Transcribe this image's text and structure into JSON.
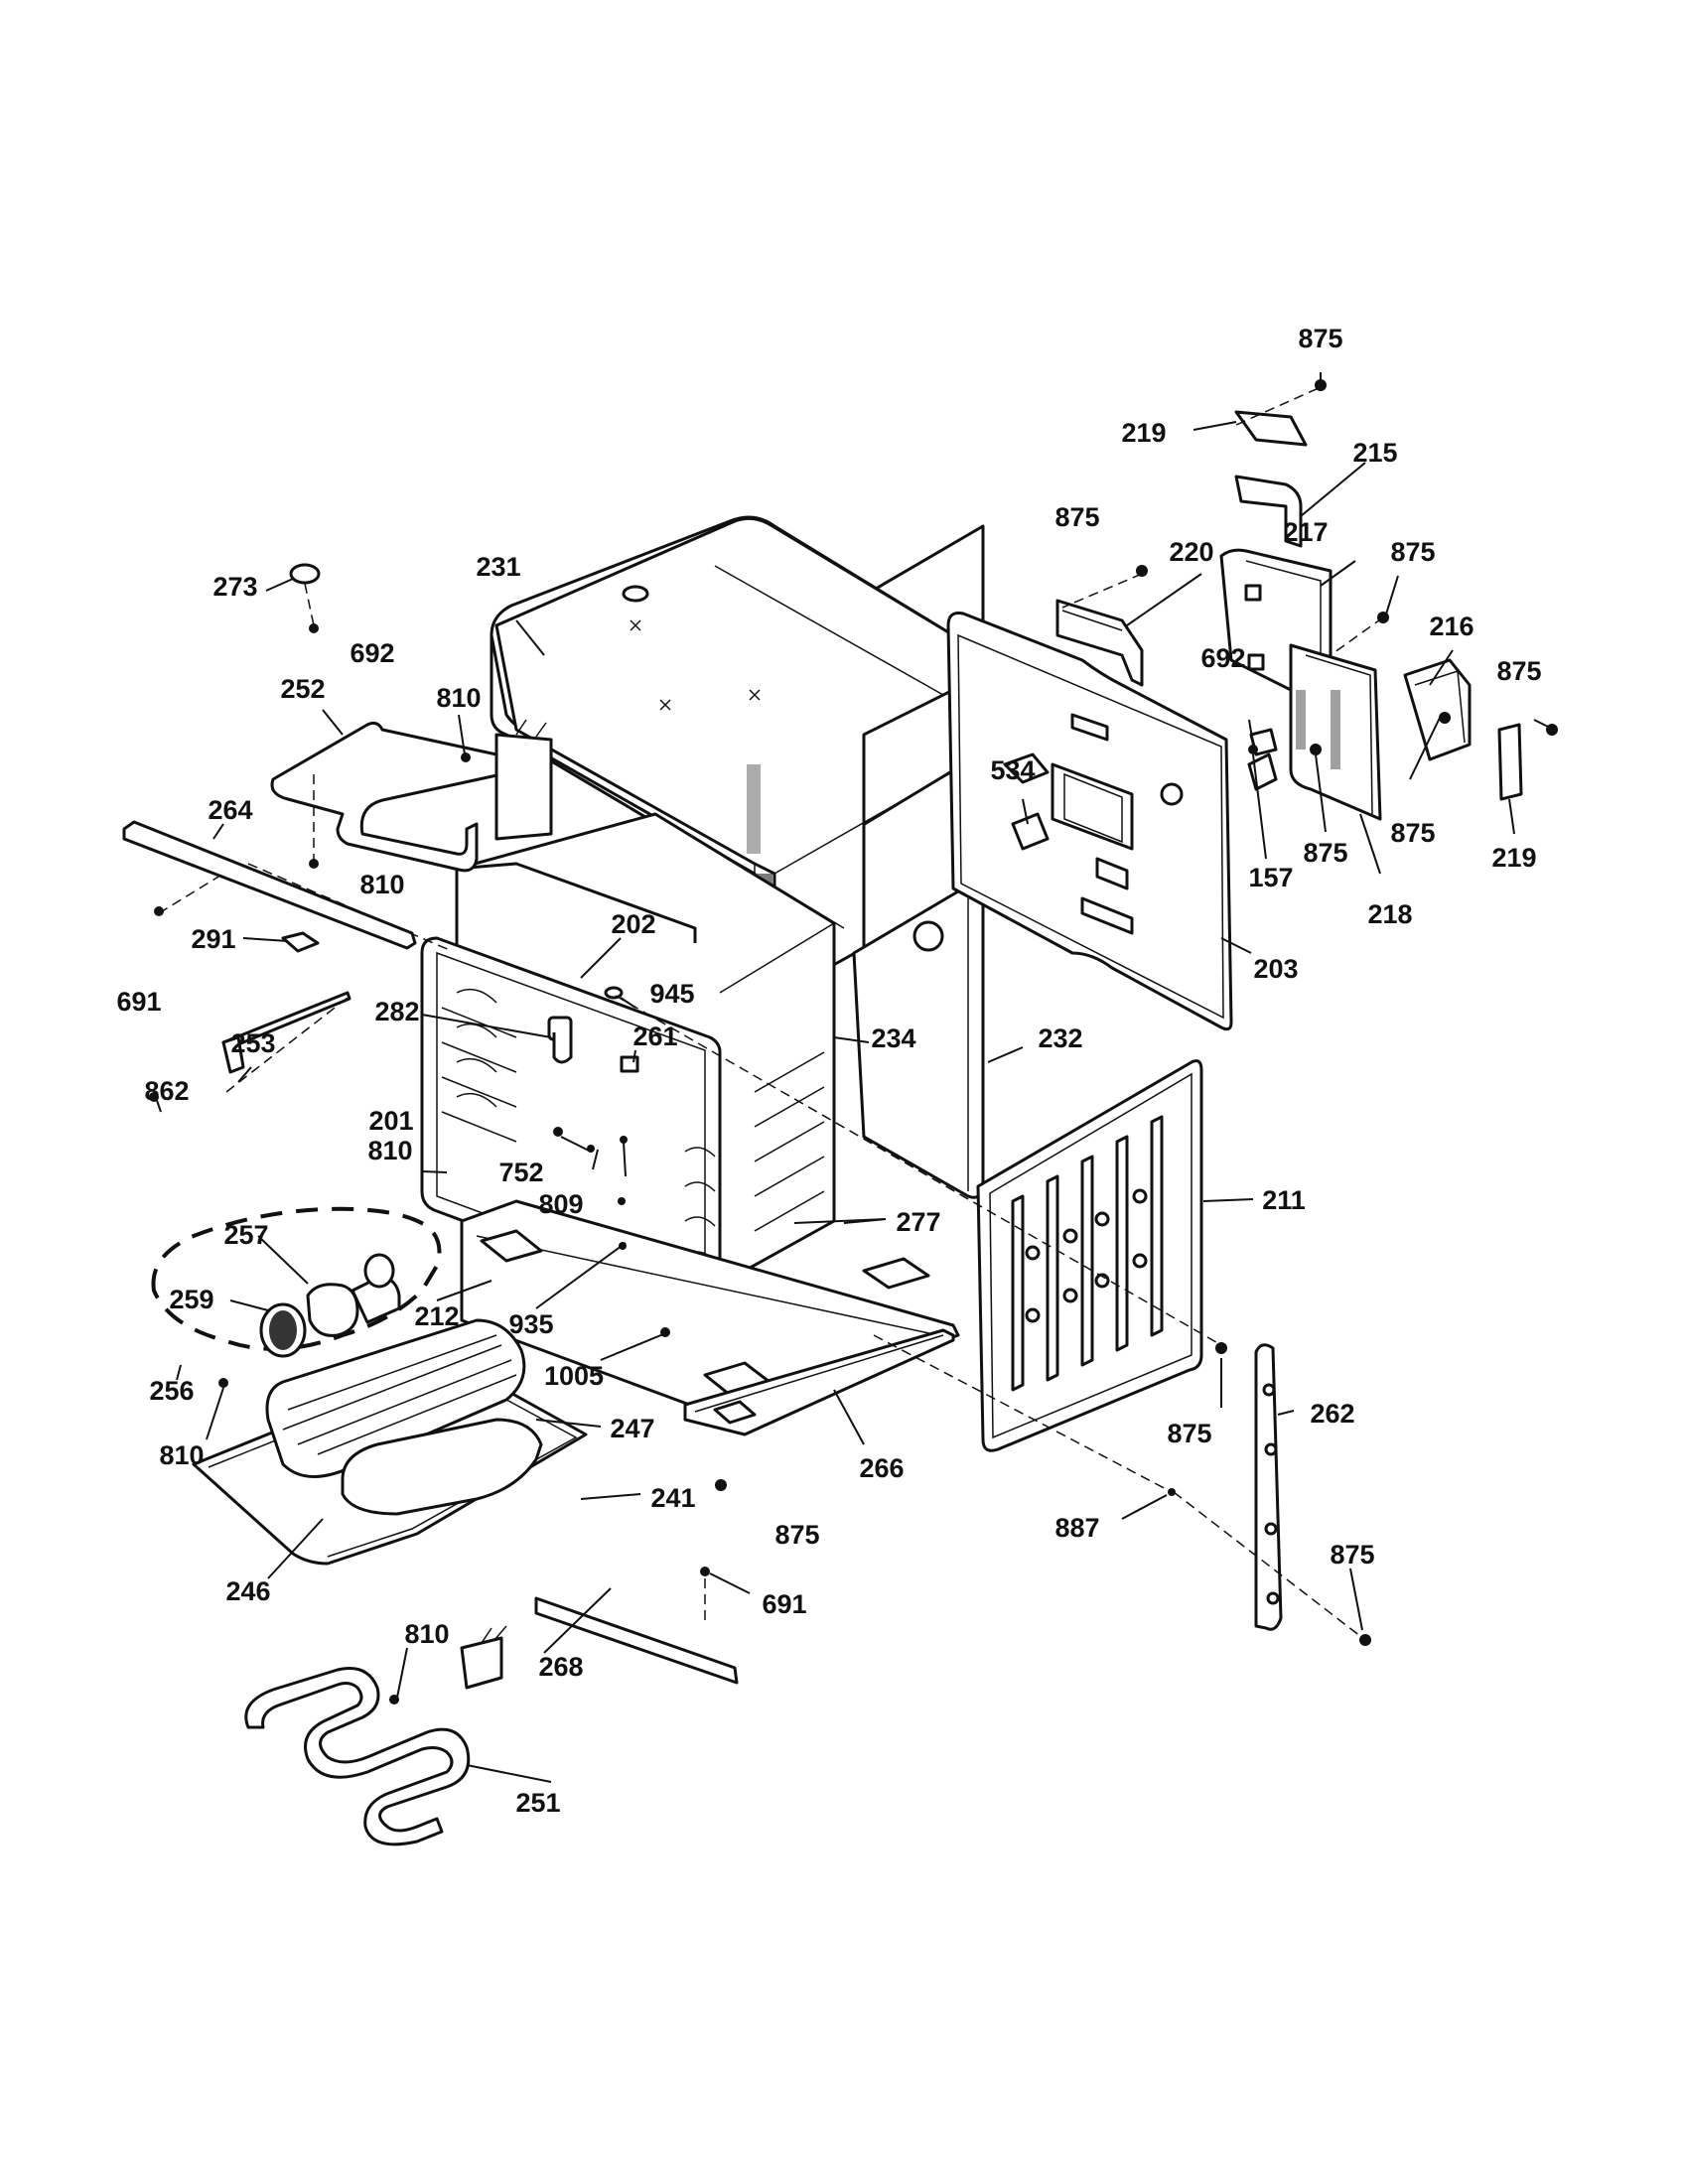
{
  "diagram": {
    "part_labels": {
      "p875a": "875",
      "p219a": "219",
      "p215": "215",
      "p875b": "875",
      "p220": "220",
      "p217": "217",
      "p875c": "875",
      "p216": "216",
      "p875d": "875",
      "p692b": "692",
      "p875e": "875",
      "p875f": "875",
      "p157": "157",
      "p219b": "219",
      "p218": "218",
      "p231": "231",
      "p273": "273",
      "p692a": "692",
      "p252": "252",
      "p810a": "810",
      "p534": "534",
      "p810b": "810",
      "p264": "264",
      "p691a": "691",
      "p291": "291",
      "p202": "202",
      "p945": "945",
      "p203": "203",
      "p282": "282",
      "p261": "261",
      "p253": "253",
      "p232": "232",
      "p234": "234",
      "p862": "862",
      "p201": "201",
      "p810c": "810",
      "p752": "752",
      "p809": "809",
      "p211": "211",
      "p277": "277",
      "p257": "257",
      "p259": "259",
      "p212": "212",
      "p935": "935",
      "p256": "256",
      "p1005": "1005",
      "p810d": "810",
      "p247": "247",
      "p875g": "875",
      "p262": "262",
      "p266": "266",
      "p241": "241",
      "p875h": "875",
      "p887": "887",
      "p246": "246",
      "p691b": "691",
      "p875i": "875",
      "p810e": "810",
      "p268": "268",
      "p251": "251"
    }
  }
}
